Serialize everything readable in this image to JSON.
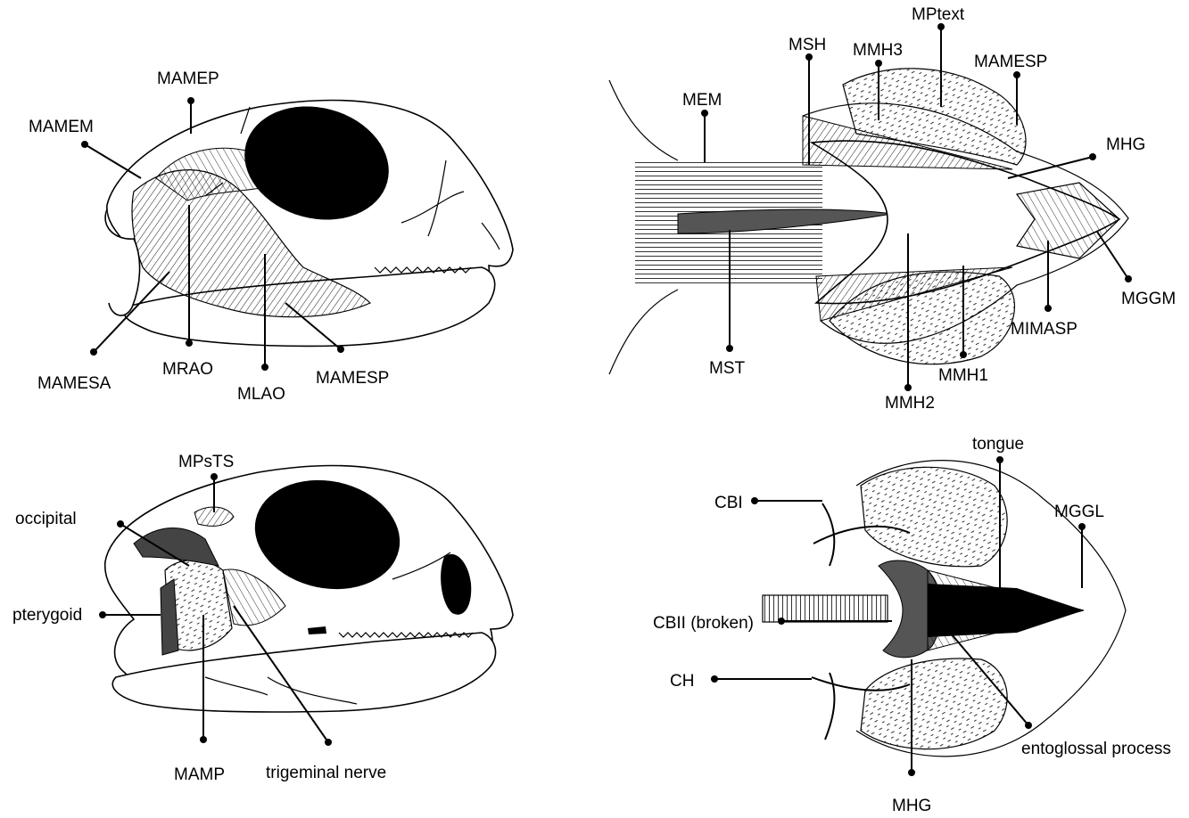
{
  "panels": {
    "top_left": {
      "labels": {
        "mamep": "MAMEP",
        "mamem": "MAMEM",
        "mamesa": "MAMESA",
        "mrao": "MRAO",
        "mlao": "MLAO",
        "mamesp": "MAMESP"
      }
    },
    "top_right": {
      "labels": {
        "mptext": "MPtext",
        "msh": "MSH",
        "mmh3": "MMH3",
        "mamesp": "MAMESP",
        "mem": "MEM",
        "mhg": "MHG",
        "mggm": "MGGM",
        "mimasp": "MIMASP",
        "mst": "MST",
        "mmh1": "MMH1",
        "mmh2": "MMH2"
      }
    },
    "bottom_left": {
      "labels": {
        "mpsts": "MPsTS",
        "occipital": "occipital",
        "pterygoid": "pterygoid",
        "mamp": "MAMP",
        "trigeminal": "trigeminal nerve"
      }
    },
    "bottom_right": {
      "labels": {
        "tongue": "tongue",
        "cbi": "CBI",
        "mggl": "MGGL",
        "cbii": "CBII (broken)",
        "ch": "CH",
        "entoglossal": "entoglossal process",
        "mhg": "MHG"
      }
    }
  }
}
